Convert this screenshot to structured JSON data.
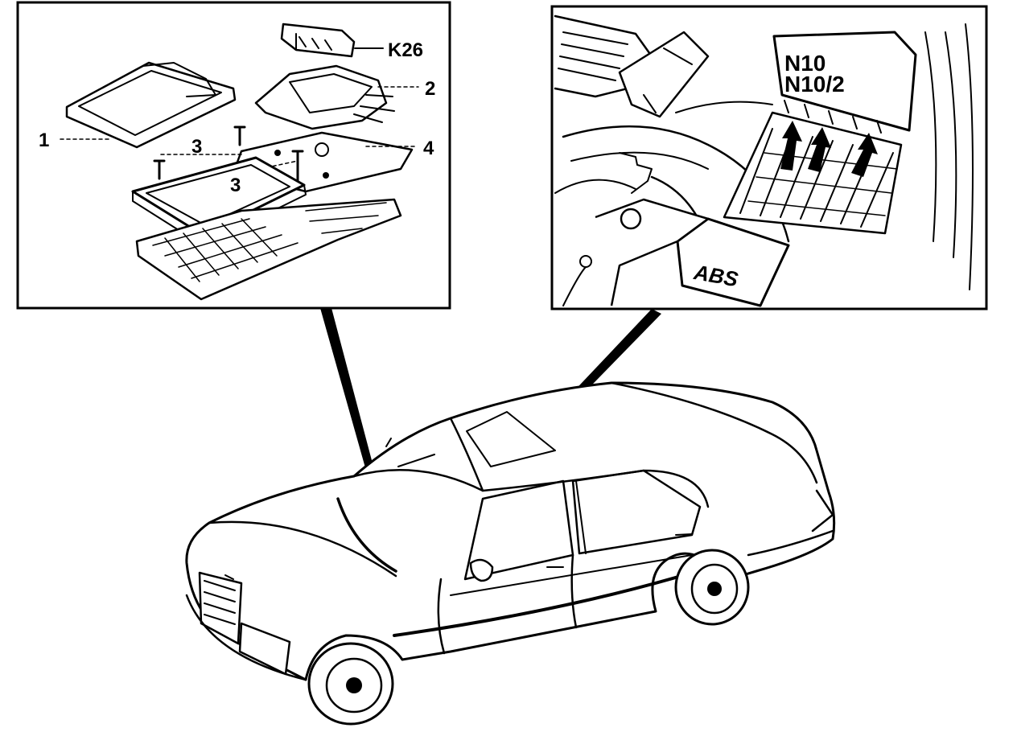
{
  "left_inset": {
    "labels": {
      "k26": "K26",
      "part_1": "1",
      "part_2": "2",
      "part_3a": "3",
      "part_3b": "3",
      "part_4": "4"
    }
  },
  "right_inset": {
    "labels": {
      "n10": "N10",
      "n10_2": "N10/2",
      "abs": "ABS"
    }
  },
  "colors": {
    "ink": "#000000",
    "paper": "#ffffff"
  }
}
